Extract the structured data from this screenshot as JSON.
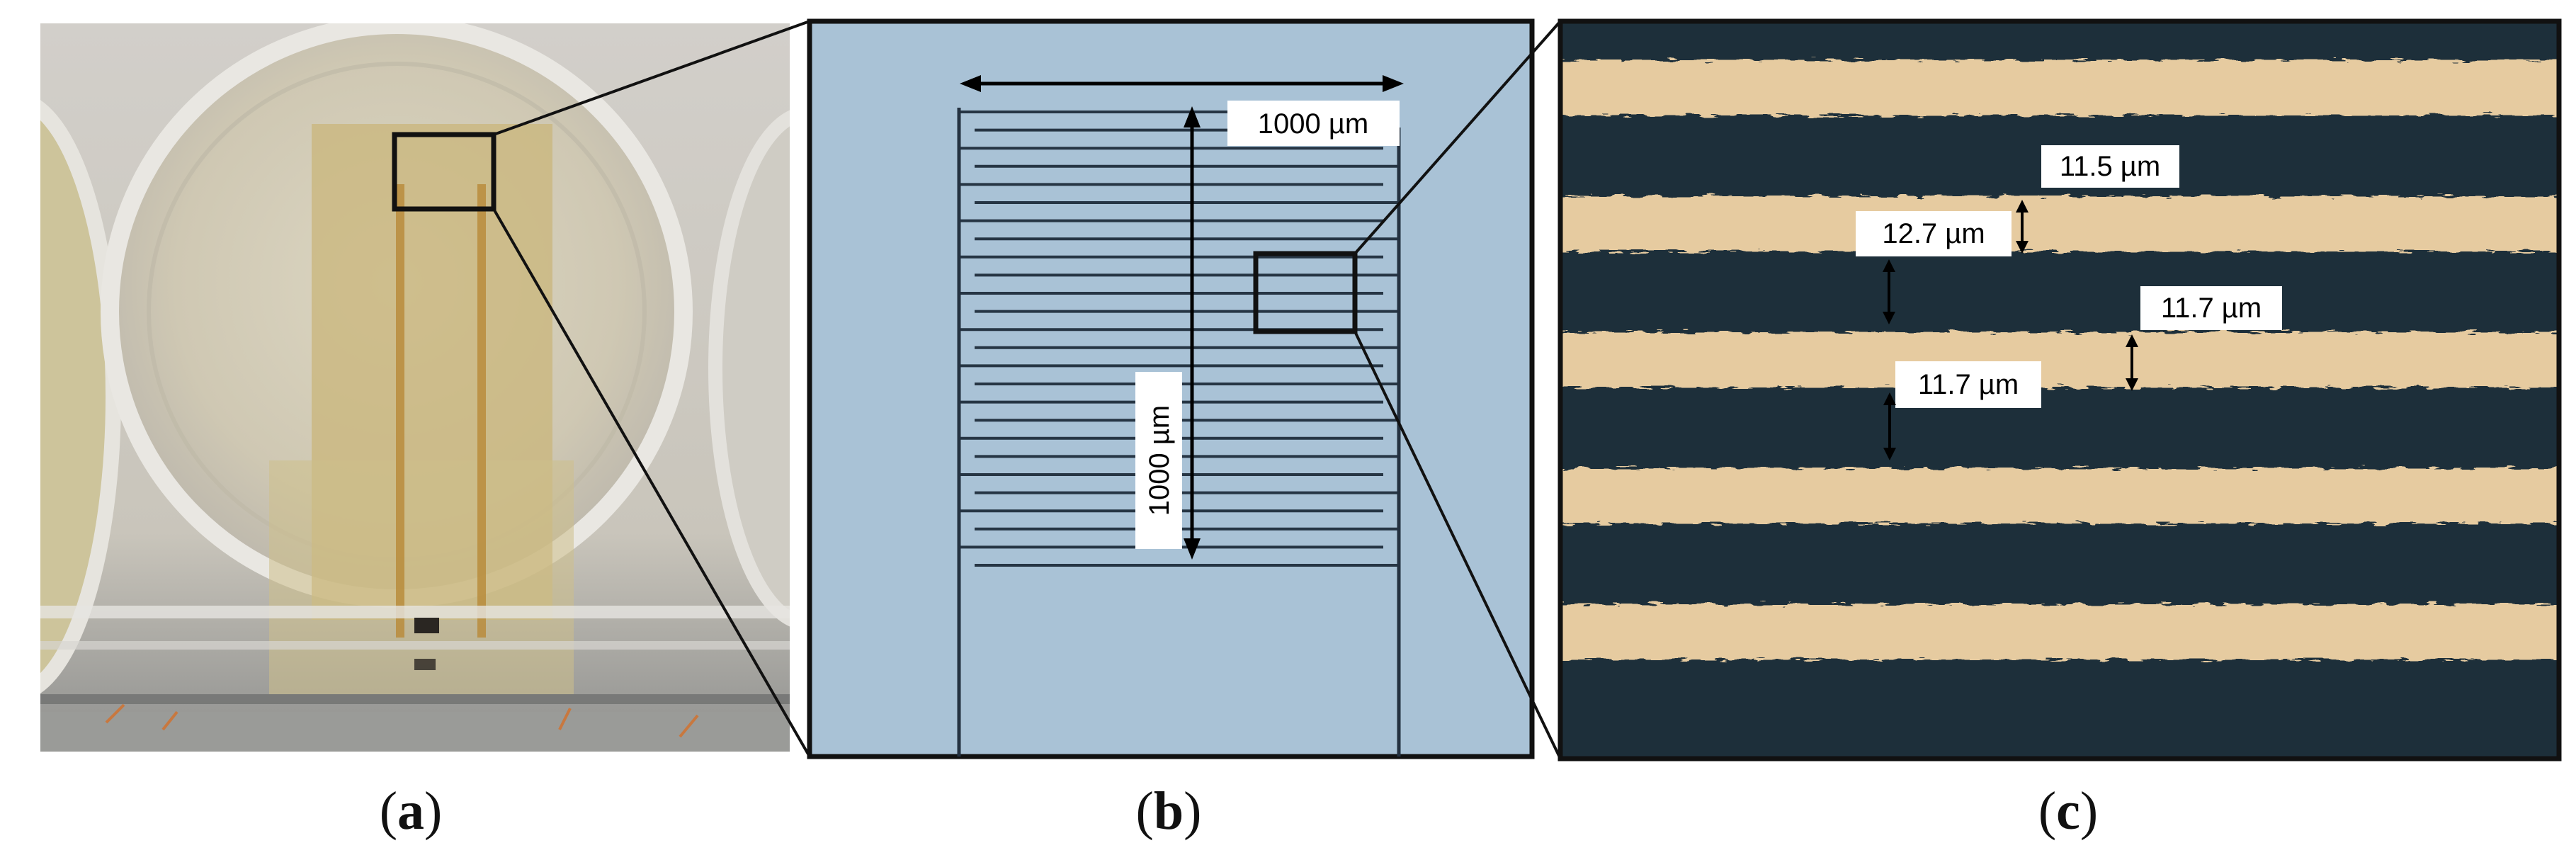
{
  "figure": {
    "panels": [
      {
        "id": "a",
        "label": "a"
      },
      {
        "id": "b",
        "label": "b"
      },
      {
        "id": "c",
        "label": "c"
      }
    ],
    "panel_b": {
      "width_label": "1000 µm",
      "height_label": "1000 µm",
      "finger_count": 26
    },
    "panel_c": {
      "measurements": [
        {
          "label": "11.5 µm"
        },
        {
          "label": "12.7 µm"
        },
        {
          "label": "11.7 µm"
        },
        {
          "label": "11.7 µm"
        }
      ],
      "stripe_count": 5
    },
    "colors": {
      "photo_bg": "#c7c3bb",
      "micro_bg": "#a9c2d6",
      "electrode_dark": "#1d2f3a",
      "electrode_gold": "#e6cba0",
      "frame": "#111111"
    }
  }
}
